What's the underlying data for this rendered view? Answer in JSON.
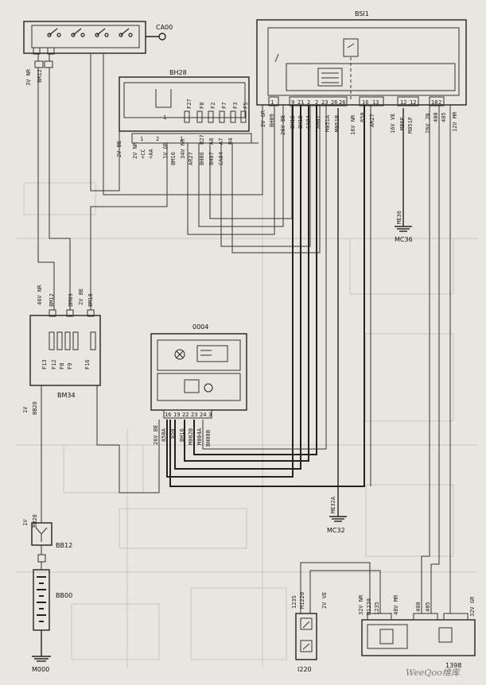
{
  "components": {
    "ca00": "CA00",
    "bsi1": "BSI1",
    "bh28": "BH28",
    "bm34": "BM34",
    "c0004": "0004",
    "bb12": "BB12",
    "bb00": "BB00",
    "m000": "M000",
    "i220": "I220",
    "mc36": "MC36",
    "mc32": "MC32",
    "c1398": "1398"
  },
  "fuses_bh28": [
    "F27",
    "F8",
    "F2",
    "F7",
    "F3",
    "F5"
  ],
  "fuses_bm34": [
    "F13",
    "F12",
    "F8",
    "F9",
    "F16"
  ],
  "bh28_labels": [
    "2V BE",
    "2V NR",
    "+CC",
    "+AA",
    "1V GR",
    "34V NR",
    "BM16",
    "AR27",
    "BH06",
    "BH07",
    "CA04",
    "B27",
    "A8",
    "A7",
    "B4"
  ],
  "bh28_pins": [
    "1",
    "2",
    "1"
  ],
  "bsi1_labels": [
    "2V GR",
    "BH09",
    "26V BE",
    "BH16",
    "BH18",
    "CA04",
    "BH07",
    "M051A",
    "M051B",
    "16V NR",
    "850",
    "AR27",
    "16V VE",
    "MB6F",
    "M051F",
    "26V JN",
    "400",
    "405",
    "12V MR"
  ],
  "bsi1_pins": [
    "1",
    "9",
    "21",
    "2",
    "2",
    "23",
    "26",
    "26",
    "16",
    "13",
    "12",
    "12",
    "18",
    "2"
  ],
  "bm34_labels": [
    "46V NR",
    "BM12",
    "BM09",
    "2V BE",
    "BM16",
    "1V",
    "BB28"
  ],
  "c0004_labels": [
    "26V BE",
    "850A",
    "850",
    "BH16",
    "M002B",
    "M004A",
    "BH08B"
  ],
  "c0004_pins": [
    "16",
    "19",
    "22",
    "23",
    "24",
    "3"
  ],
  "misc_labels": {
    "bm12_left": "3V NR",
    "bm12": "BM12",
    "bb28_left": "1V",
    "bb28": "BB28",
    "me36": "ME36",
    "me32a": "ME32A",
    "i220_1": "1235",
    "i220_2": "M1220",
    "i220_3": "2V VE",
    "c1398_1": "32V NR",
    "c1398_2": "M1220",
    "c1398_3": "1235",
    "c1398_4": "48V MR",
    "c1398_5": "400",
    "c1398_6": "405",
    "c1398_7": "32V GR"
  },
  "watermark": "WeeQoo维库"
}
